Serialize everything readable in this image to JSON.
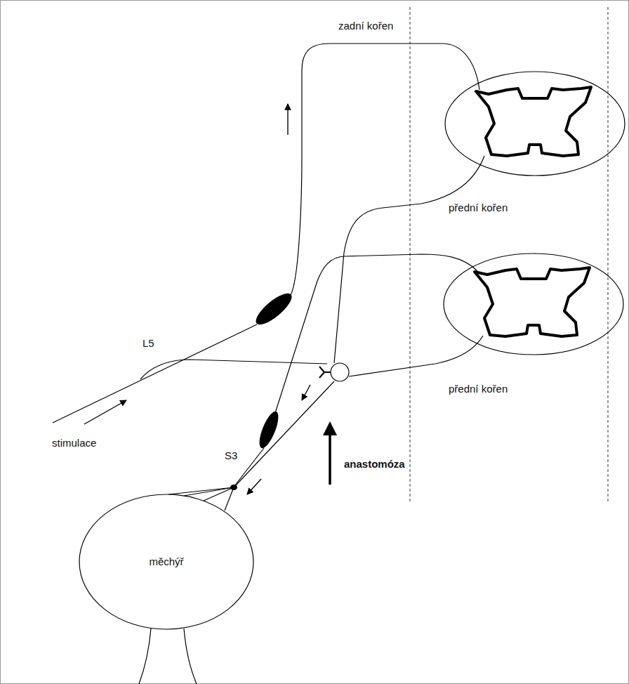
{
  "diagram": {
    "nodes": [
      {
        "text": [
          "měchýř"
        ]
      }
    ],
    "labels": [
      "zadní kořen",
      "přední kořen",
      "L5",
      "přední kořen",
      "stimulace",
      "anastomóza",
      "S3"
    ]
  }
}
